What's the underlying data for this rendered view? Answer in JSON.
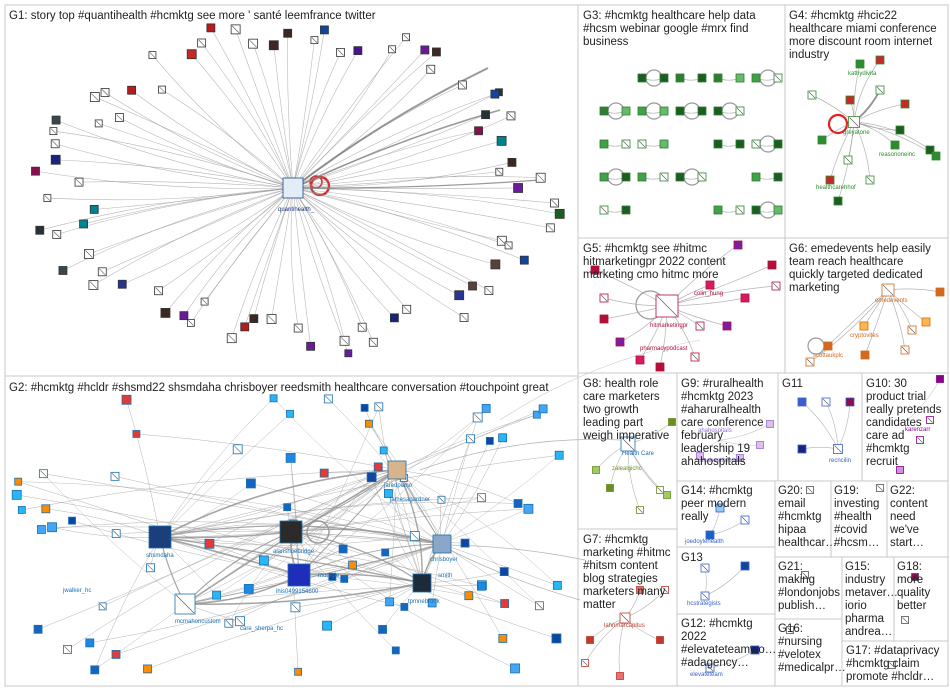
{
  "colors": {
    "panel_border": "#c8c8c8",
    "edge": "#9a9a9a",
    "edge_self": "#e0201e",
    "label_g1": "#1a2f7a",
    "label_g2": "#1b6fae",
    "label_g3": "#2e7d32",
    "label_g4": "#2e8b2e",
    "label_g5": "#b0103a",
    "label_g6": "#d2691e",
    "label_g7": "#c0392b",
    "label_g8": "#6b8e23",
    "label_g9": "#9370db",
    "label_g10": "#8b008b",
    "label_g12": "#3a5fcd"
  },
  "groups": [
    {
      "id": "g1",
      "label": "G1: story top #quantihealth #hcmktg see more ' santé leemfrance twitter"
    },
    {
      "id": "g2",
      "label": "G2: #hcmktg #hcldr #shsmd22 shsmdaha chrisboyer reedsmith healthcare conversation #touchpoint great"
    },
    {
      "id": "g3",
      "label_lines": [
        "G3: #hcmktg healthcare help data",
        "#hcsm webinar google #mrx find",
        "business"
      ]
    },
    {
      "id": "g4",
      "label_lines": [
        "G4: #hcmktg #hcic22",
        "healthcare miami conference",
        "more discount room internet",
        "industry"
      ]
    },
    {
      "id": "g5",
      "label_lines": [
        "G5: #hcmktg see #hitmc",
        "hitmarketingpr 2022 content",
        "marketing cmo hitmc more"
      ]
    },
    {
      "id": "g6",
      "label_lines": [
        "G6: emedevents help easily",
        "team reach healthcare",
        "quickly targeted dedicated",
        "marketing"
      ]
    },
    {
      "id": "g7",
      "label_lines": [
        "G7: #hcmktg",
        "marketing #hitmc",
        "#hitsm content",
        "blog strategies",
        "marketers many",
        "matter"
      ]
    },
    {
      "id": "g8",
      "label_lines": [
        "G8: health role",
        "care marketers",
        "two growth",
        "leading part",
        "weigh imperative"
      ]
    },
    {
      "id": "g9",
      "label_lines": [
        "G9: #ruralhealth",
        "#hcmktg 2023",
        "#aharuralhealth",
        "care conference",
        "february",
        "leadership 19",
        "ahahospitals"
      ]
    },
    {
      "id": "g10",
      "label_lines": [
        "G10: 30",
        "product trial",
        "really pretends",
        "candidates",
        "care ad",
        "#hcmktg",
        "recruit"
      ]
    },
    {
      "id": "g11",
      "label_lines": [
        "G11"
      ]
    },
    {
      "id": "g12",
      "label_lines": [
        "G12: #hcmktg",
        "2022",
        "#elevateteamwo…",
        "#adagency…"
      ]
    },
    {
      "id": "g13",
      "label_lines": [
        "G13"
      ]
    },
    {
      "id": "g14",
      "label_lines": [
        "G14: #hcmktg",
        "peer modern",
        "really"
      ]
    },
    {
      "id": "g15",
      "label_lines": [
        "G15:",
        "industry",
        "metaver…",
        "iorio",
        "pharma",
        "andrea…"
      ]
    },
    {
      "id": "g16",
      "label_lines": [
        "G16:",
        "#nursing",
        "#velotex",
        "#medicalpr…"
      ]
    },
    {
      "id": "g17",
      "label_lines": [
        "G17: #dataprivacy",
        "#hcmktg claim",
        "promote #hcldr…"
      ]
    },
    {
      "id": "g18",
      "label_lines": [
        "G18:",
        "more",
        "quality",
        "better"
      ]
    },
    {
      "id": "g19",
      "label_lines": [
        "G19:",
        "investing",
        "#health",
        "#covid",
        "#hcsm…"
      ]
    },
    {
      "id": "g20",
      "label_lines": [
        "G20:",
        "email",
        "#hcmktg",
        "hipaa",
        "healthcar…"
      ]
    },
    {
      "id": "g21",
      "label_lines": [
        "G21:",
        "making",
        "#londonjobs",
        "publish…"
      ]
    },
    {
      "id": "g22",
      "label_lines": [
        "G22:",
        "content",
        "need",
        "we've",
        "start…"
      ]
    }
  ],
  "node_labels": {
    "quantihealth": "quantihealth_",
    "shsmdaha": "shsmdaha",
    "alanshoebridge": "alanshoebridge",
    "jaredpiano": "jaredpiano",
    "jamesagardner": "jamesagardner",
    "chrisboyer": "chrisboyer",
    "mcmahon": "mcmahoncustom",
    "jwalker": "jwalker_hc",
    "care_sherpa": "care_sherpa_hc",
    "ihis": "ihis0499154600",
    "montgie": "montgie",
    "smith": "smith",
    "tpmnebrook": "tpmnebrook",
    "hitmarketingpr": "hitmarketingpr",
    "colin_hung": "colin_hung",
    "pharmacypodcast": "pharmacypodcast",
    "greyatone": "greyatone",
    "kathydivita": "kathydivita",
    "reasononeinc": "reasononeinc",
    "healthcarehhof": "healthcarehhof",
    "emedevents": "emedevents",
    "cryptovites": "cryptovites",
    "scottaukplc": "scottaukplc",
    "ahahospitals": "ahahospitals",
    "healthforum": "ahahealthforum",
    "zalealgichc": "zalealgichc",
    "healthcare_box": "Health Care",
    "recncilin": "recncilin",
    "karenzarr": "karenzarr",
    "joedoylehealth": "joedoylehealth",
    "hcstrategists": "hcstrategists",
    "elevateteam": "elevateteam",
    "lahnmarcapitus": "lahnmarcapitus"
  }
}
